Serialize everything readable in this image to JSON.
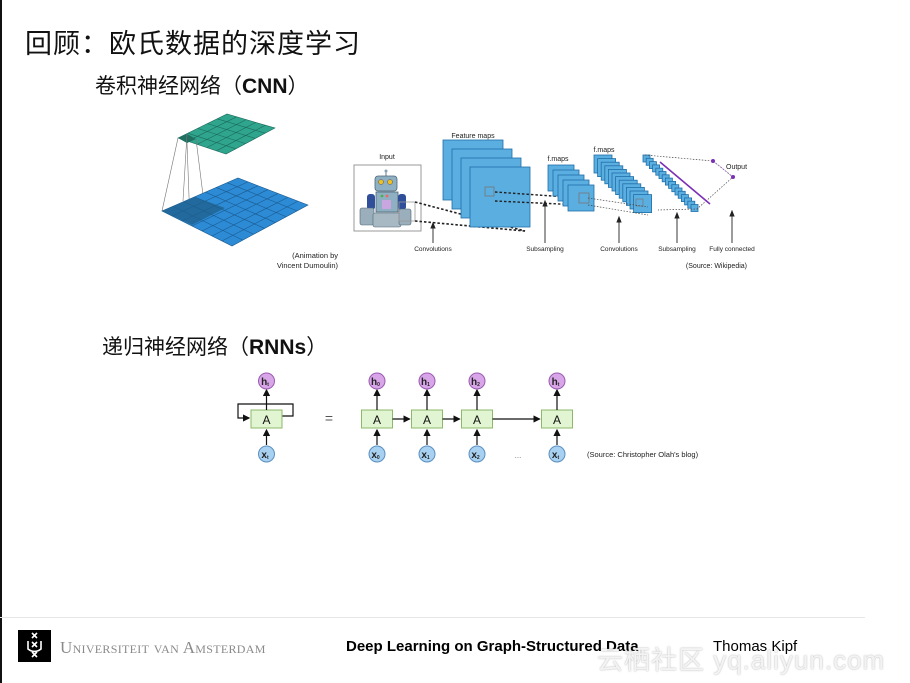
{
  "slide": {
    "title": "回顾：欧氏数据的深度学习",
    "sections": {
      "cnn": {
        "heading_cn": "卷积神经网络（",
        "heading_abbr": "CNN",
        "heading_close": "）"
      },
      "rnn": {
        "heading_cn": "递归神经网络（",
        "heading_abbr": "RNNs",
        "heading_close": "）"
      }
    }
  },
  "conv_animation": {
    "caption_line1": "(Animation by",
    "caption_line2": "Vincent Dumoulin)",
    "colors": {
      "output_grid": "#2fa58e",
      "input_grid": "#2d8bd6",
      "highlight": "#1f5f8a"
    }
  },
  "cnn_diagram": {
    "labels": {
      "input": "Input",
      "feature_maps": "Feature maps",
      "fmaps_1": "f.maps",
      "fmaps_2": "f.maps",
      "output": "Output"
    },
    "stages": [
      "Convolutions",
      "Subsampling",
      "Convolutions",
      "Subsampling",
      "Fully connected"
    ],
    "source": "(Source: Wikipedia)",
    "colors": {
      "map_fill": "#5aaee0",
      "map_stroke": "#1f6fa8",
      "output_line": "#7a2fb5"
    }
  },
  "rnn_diagram": {
    "cell_label": "A",
    "equals": "=",
    "ellipsis": "...",
    "rolled": {
      "output": "h",
      "output_sub": "t",
      "input": "x",
      "input_sub": "t"
    },
    "unrolled": [
      {
        "output": "h",
        "output_sub": "0",
        "input": "x",
        "input_sub": "0"
      },
      {
        "output": "h",
        "output_sub": "1",
        "input": "x",
        "input_sub": "1"
      },
      {
        "output": "h",
        "output_sub": "2",
        "input": "x",
        "input_sub": "2"
      },
      {
        "output": "h",
        "output_sub": "t",
        "input": "x",
        "input_sub": "t"
      }
    ],
    "source": "(Source: Christopher Olah's blog)",
    "colors": {
      "cell_fill": "#e2f5d2",
      "cell_stroke": "#8cb86a",
      "h_fill": "#d8a6e8",
      "h_stroke": "#9a5bb0",
      "x_fill": "#a8d0f0",
      "x_stroke": "#5a8fc0"
    }
  },
  "footer": {
    "university": "Universiteit van Amsterdam",
    "course": "Deep Learning on Graph-Structured Data",
    "author": "Thomas Kipf",
    "watermark": "云栖社区 yq.aliyun.com"
  }
}
